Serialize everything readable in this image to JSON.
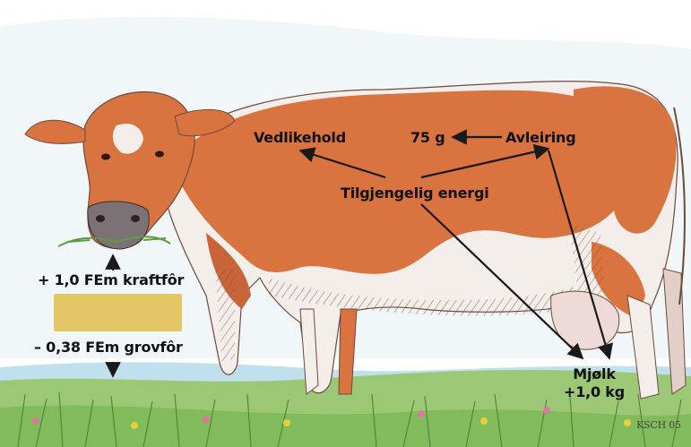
{
  "labels": {
    "maintenance": "Vedlikehold",
    "grams": "75 g",
    "deposition": "Avleiring",
    "available_energy": "Tilgjengelig energi",
    "concentrate": "+ 1,0 FEm kraftfôr",
    "roughage": "– 0,38 FEm grovfôr",
    "milk_line1": "Mjølk",
    "milk_line2": "+1,0 kg",
    "signature": "KSCH 05"
  },
  "colors": {
    "cow_red": "#d9733f",
    "cow_white": "#f4eeea",
    "grass": "#7fb95a",
    "water": "#bfe0ec",
    "sky": "#eef4f7",
    "feed": "#e3c766",
    "arrow": "#1a1a1a"
  },
  "icons": [
    "cow-illustration",
    "feed-swatch",
    "arrow"
  ]
}
